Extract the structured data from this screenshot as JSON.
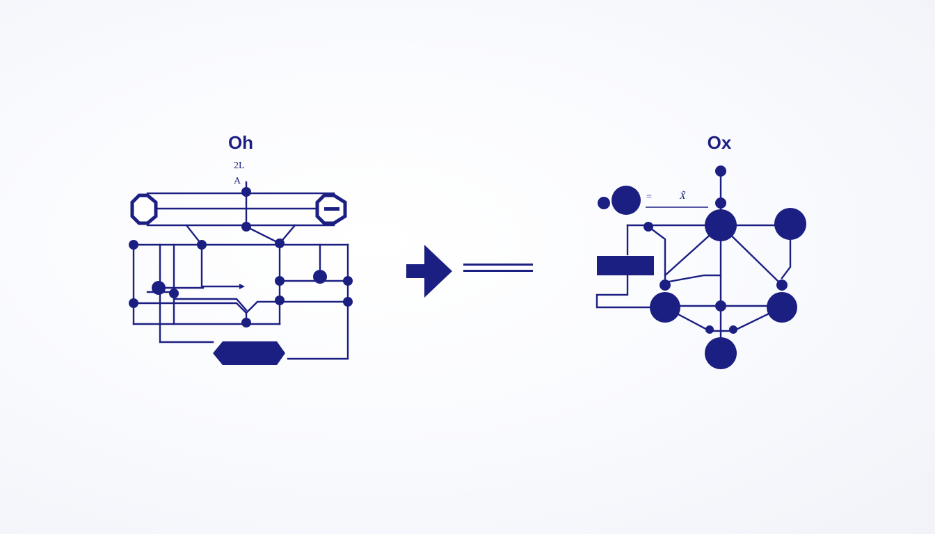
{
  "left_diagram": {
    "title": "Oh",
    "label_top": "2L",
    "label_bottom": "A"
  },
  "right_diagram": {
    "title": "Ox",
    "equation_sign": "=",
    "equation_label": "X̃"
  },
  "transform": {
    "arrow_icon": "right-arrow-icon",
    "equals_icon": "equals-icon"
  },
  "colors": {
    "ink": "#1c1f82",
    "background": "#f5f6fb"
  }
}
